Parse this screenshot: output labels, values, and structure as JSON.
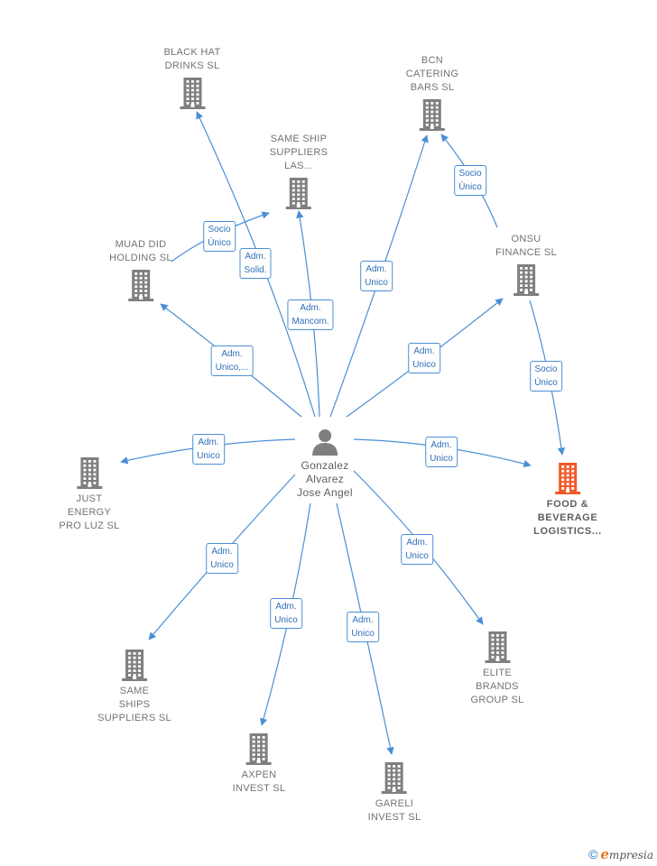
{
  "colors": {
    "edge": "#4a8fd6",
    "company": "#7f7f7f",
    "highlight": "#f05a28",
    "label_border": "#4a8fd6"
  },
  "center": {
    "name": "Gonzalez\nAlvarez\nJose Angel",
    "icon": "person-icon"
  },
  "companies": [
    {
      "id": "black_hat",
      "name": "BLACK HAT\nDRINKS  SL",
      "icon": "building-icon"
    },
    {
      "id": "bcn",
      "name": "BCN\nCATERING\nBARS  SL",
      "icon": "building-icon"
    },
    {
      "id": "same_ship",
      "name": "SAME SHIP\nSUPPLIERS\nLAS...",
      "icon": "building-icon"
    },
    {
      "id": "muad",
      "name": "MUAD DID\nHOLDING  SL",
      "icon": "building-icon"
    },
    {
      "id": "onsu",
      "name": "ONSU\nFINANCE  SL",
      "icon": "building-icon"
    },
    {
      "id": "just",
      "name": "JUST\nENERGY\nPRO LUZ  SL",
      "icon": "building-icon"
    },
    {
      "id": "food",
      "name": "FOOD &\nBEVERAGE\nLOGISTICS...",
      "icon": "building-icon",
      "highlight": true
    },
    {
      "id": "same_ships",
      "name": "SAME\nSHIPS\nSUPPLIERS SL",
      "icon": "building-icon"
    },
    {
      "id": "elite",
      "name": "ELITE\nBRANDS\nGROUP  SL",
      "icon": "building-icon"
    },
    {
      "id": "axpen",
      "name": "AXPEN\nINVEST  SL",
      "icon": "building-icon"
    },
    {
      "id": "gareli",
      "name": "GARELI\nINVEST  SL",
      "icon": "building-icon"
    }
  ],
  "relations": [
    {
      "from": "center",
      "to": "black_hat",
      "label": "Adm.\nSolid."
    },
    {
      "from": "muad",
      "to": "same_ship",
      "label": "Socio\nÚnico"
    },
    {
      "from": "center",
      "to": "same_ship",
      "label": "Adm.\nMancom."
    },
    {
      "from": "center",
      "to": "bcn",
      "label": "Adm.\nUnico"
    },
    {
      "from": "onsu",
      "to": "bcn",
      "label": "Socio\nÚnico"
    },
    {
      "from": "center",
      "to": "muad",
      "label": "Adm.\nUnico,..."
    },
    {
      "from": "center",
      "to": "onsu",
      "label": "Adm.\nUnico"
    },
    {
      "from": "onsu",
      "to": "food",
      "label": "Socio\nÚnico"
    },
    {
      "from": "center",
      "to": "just",
      "label": "Adm.\nUnico"
    },
    {
      "from": "center",
      "to": "food",
      "label": "Adm.\nUnico"
    },
    {
      "from": "center",
      "to": "same_ships",
      "label": "Adm.\nUnico"
    },
    {
      "from": "center",
      "to": "elite",
      "label": "Adm.\nUnico"
    },
    {
      "from": "center",
      "to": "axpen",
      "label": "Adm.\nUnico"
    },
    {
      "from": "center",
      "to": "gareli",
      "label": "Adm.\nUnico"
    }
  ],
  "footer": {
    "copyright": "©",
    "brand_initial": "e",
    "brand_rest": "mpresia"
  }
}
